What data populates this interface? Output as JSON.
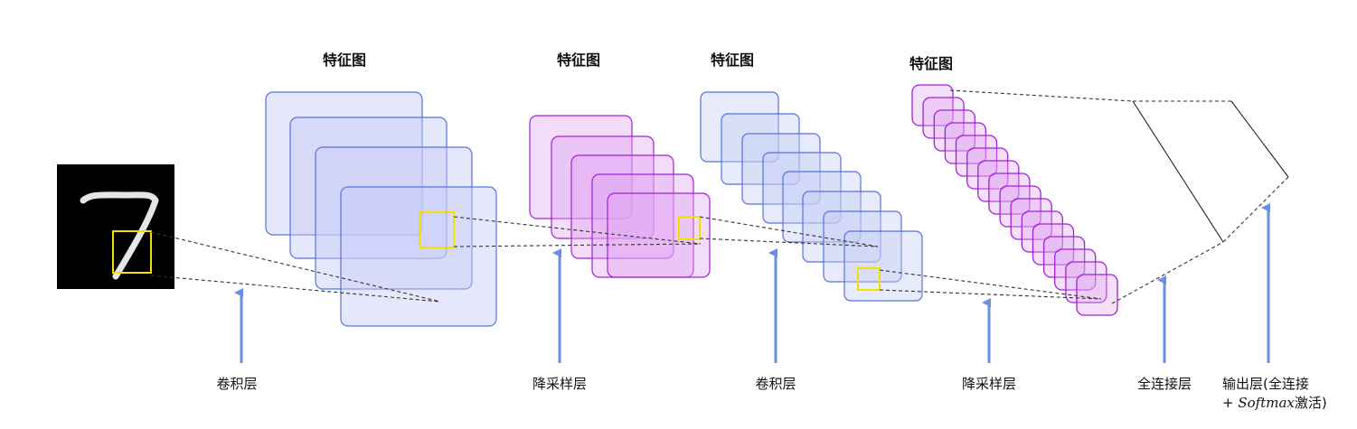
{
  "titles": {
    "fm1": "特征图",
    "fm2": "特征图",
    "fm3": "特征图",
    "fm4": "特征图"
  },
  "labels": {
    "conv1": "卷积层",
    "pool1": "降采样层",
    "conv2": "卷积层",
    "pool2": "降采样层",
    "fc": "全连接层",
    "output_line1": "输出层(全连接",
    "output_line2_prefix": "+ ",
    "output_line2_italic": "Softmax",
    "output_line2_suffix": "激活)"
  },
  "input_image": {
    "digit": "7"
  },
  "colors": {
    "blue_fill": "#c5cdf6",
    "blue_stroke": "#5572e0",
    "purple_fill": "#e0a6f2",
    "purple_stroke": "#a020d8",
    "highlight": "#f2e000",
    "arrow": "#6b8de4"
  }
}
